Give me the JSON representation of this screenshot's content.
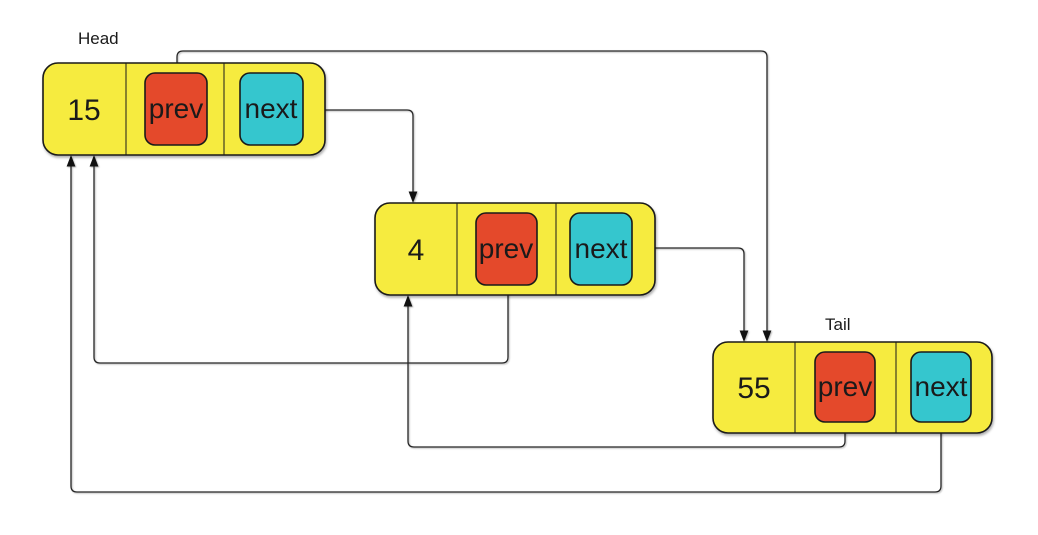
{
  "diagram_type": "circular-doubly-linked-list",
  "labels": {
    "head": "Head",
    "tail": "Tail"
  },
  "nodes": [
    {
      "role": "head",
      "value": "15",
      "prev_label": "prev",
      "next_label": "next"
    },
    {
      "role": "middle",
      "value": "4",
      "prev_label": "prev",
      "next_label": "next"
    },
    {
      "role": "tail",
      "value": "55",
      "prev_label": "prev",
      "next_label": "next"
    }
  ],
  "edges": [
    {
      "from": "head.next",
      "to": "node-4"
    },
    {
      "from": "node-4.next",
      "to": "tail"
    },
    {
      "from": "head.prev",
      "to": "tail"
    },
    {
      "from": "node-4.prev",
      "to": "head"
    },
    {
      "from": "tail.prev",
      "to": "node-4"
    },
    {
      "from": "tail.next",
      "to": "head"
    }
  ],
  "colors": {
    "node_fill": "#F6EB3F",
    "prev_fill": "#E4492B",
    "next_fill": "#35C6CE",
    "label_pink": "#E0197D",
    "border": "#1a1a1a",
    "line": "#262626",
    "background": "#ffffff"
  }
}
